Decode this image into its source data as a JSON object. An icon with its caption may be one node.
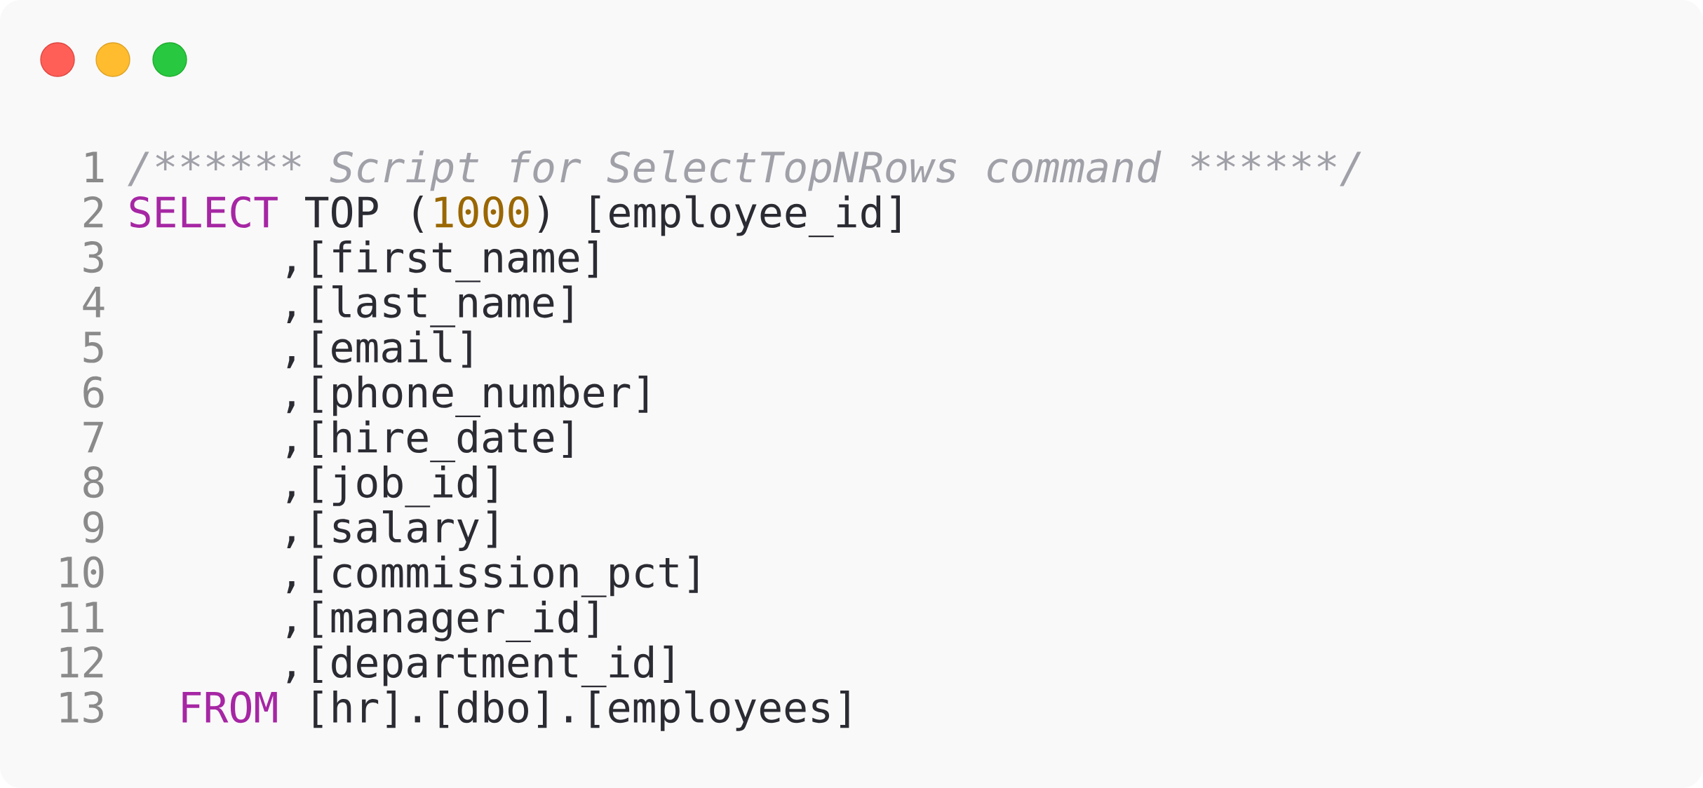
{
  "diagram": {
    "labels": [
      "1",
      "/",
      "*",
      "*",
      "*",
      "*",
      "*",
      "*",
      "Script for SelectTopNRows command",
      "*",
      "*",
      "*",
      "*",
      "*",
      "*",
      "/",
      "2",
      "SELECT",
      "TOP (",
      "1000",
      ") [employee_id]",
      "3",
      ",[first_name]",
      "4",
      ",[last_name]",
      "5",
      ",[email]",
      "6",
      ",[phone_number]",
      "7",
      ",[hire_date]",
      "8",
      ",[job_id]",
      "9",
      ",[salary]",
      "10",
      ",[commission_pct]",
      "11",
      ",[manager_id]",
      "12",
      ",[department_id]",
      "13",
      "FROM",
      "[hr].[dbo].[employees]"
    ]
  }
}
